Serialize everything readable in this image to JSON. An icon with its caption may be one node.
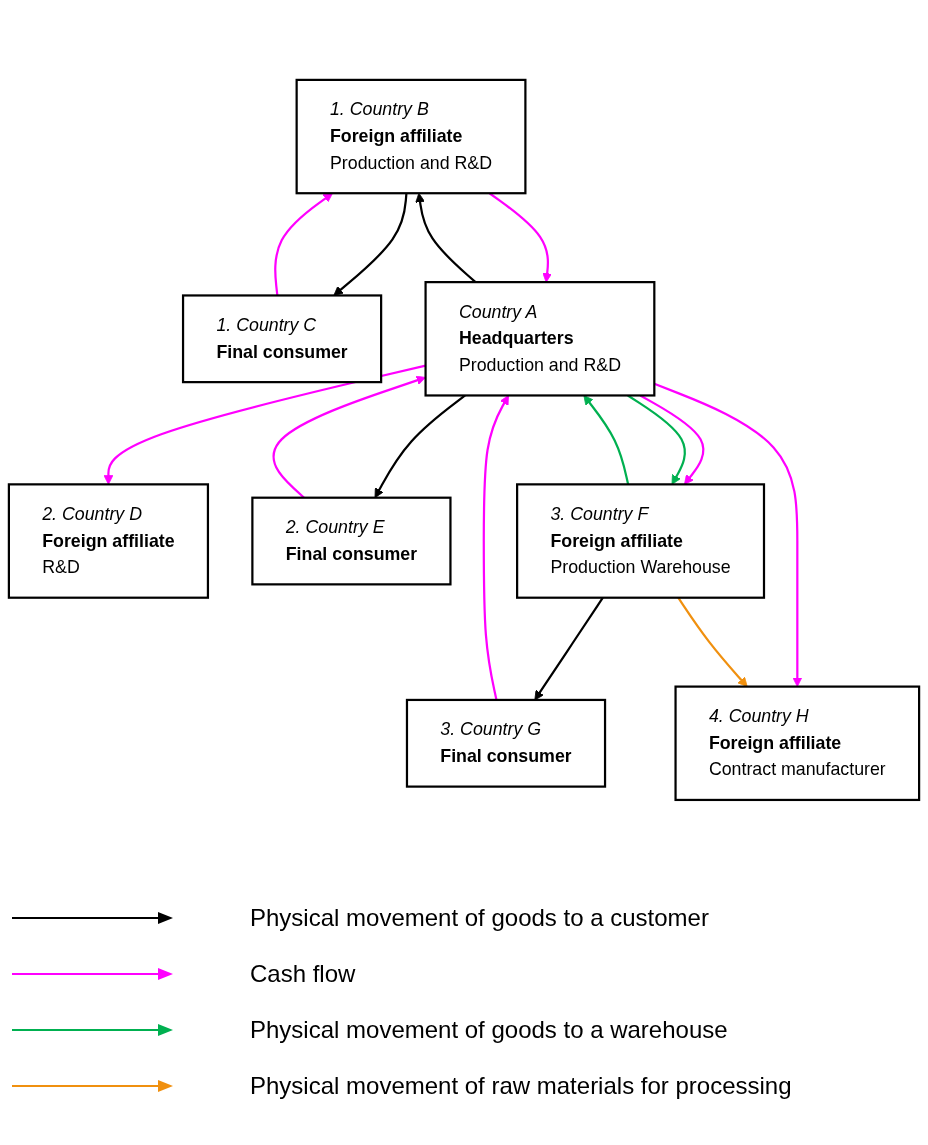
{
  "diagram": {
    "nodes": [
      {
        "text": [
          "1. Country B",
          "Foreign affiliate",
          "Production and R&D"
        ]
      },
      {
        "text": [
          "1. Country C",
          "Final consumer"
        ]
      },
      {
        "text": [
          "Country A",
          "Headquarters",
          "Production and R&D"
        ]
      },
      {
        "text": [
          "2. Country D",
          "Foreign affiliate",
          "R&D"
        ]
      },
      {
        "text": [
          "2. Country E",
          "Final consumer"
        ]
      },
      {
        "text": [
          "3. Country F",
          "Foreign affiliate",
          "Production Warehouse"
        ]
      },
      {
        "text": [
          "3. Country G",
          "Final consumer"
        ]
      },
      {
        "text": [
          "4. Country H",
          "Foreign affiliate",
          "Contract manufacturer"
        ]
      }
    ],
    "edges": [
      {
        "from": 0,
        "to": 1,
        "arrow": "to",
        "color": "#000000"
      },
      {
        "from": 1,
        "to": 0,
        "arrow": "to",
        "color": "#ff00ff"
      },
      {
        "from": 2,
        "to": 0,
        "arrow": "to",
        "color": "#000000"
      },
      {
        "from": 0,
        "to": 2,
        "arrow": "to",
        "color": "#ff00ff"
      },
      {
        "from": 2,
        "to": 3,
        "arrow": "to",
        "color": "#ff00ff"
      },
      {
        "from": 4,
        "to": 2,
        "arrow": "to",
        "color": "#ff00ff"
      },
      {
        "from": 2,
        "to": 4,
        "arrow": "to",
        "color": "#000000"
      },
      {
        "from": 2,
        "to": 5,
        "arrow": "to",
        "color": "#ff00ff"
      },
      {
        "from": 5,
        "to": 2,
        "arrow": "to",
        "color": "#00b050"
      },
      {
        "from": 2,
        "to": 5,
        "arrow": "to",
        "color": "#00b050"
      },
      {
        "from": 6,
        "to": 2,
        "arrow": "to",
        "color": "#ff00ff"
      },
      {
        "from": 5,
        "to": 6,
        "arrow": "to",
        "color": "#000000"
      },
      {
        "from": 2,
        "to": 7,
        "arrow": "to",
        "color": "#ff00ff"
      },
      {
        "from": 5,
        "to": 7,
        "arrow": "to",
        "color": "#f0900f"
      }
    ],
    "legend": [
      {
        "text": "Physical movement of goods to a customer",
        "color": "#000000"
      },
      {
        "text": "Cash flow",
        "color": "#ff00ff"
      },
      {
        "text": "Physical movement of goods to a warehouse",
        "color": "#00b050"
      },
      {
        "text": "Physical movement of raw materials for processing",
        "color": "#f0900f"
      }
    ]
  }
}
